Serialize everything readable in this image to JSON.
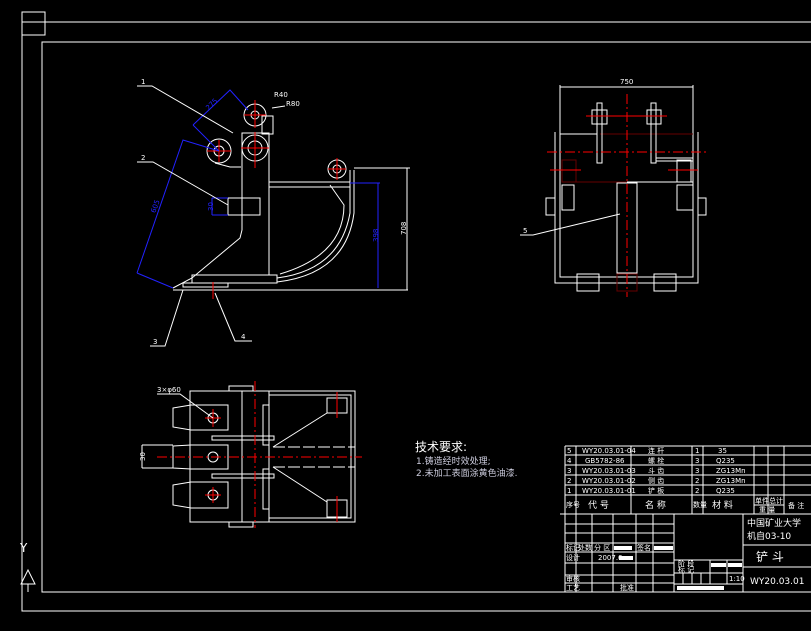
{
  "labels": {
    "p1": "1",
    "p2": "2",
    "p3": "3",
    "p4": "4",
    "p5": "5"
  },
  "dims": {
    "r40": "R40",
    "r80": "R80",
    "d275": "275",
    "d605": "605",
    "d30": "30",
    "d398": "398",
    "d708": "708",
    "d750": "750",
    "holes": "3×φ60",
    "d30b": "30"
  },
  "ucs": {
    "y_axis": "Y"
  },
  "tech": {
    "title": "技术要求:",
    "line1": "1.铸造经时效处理;",
    "line2": "2.未加工表面涂黄色油漆."
  },
  "parts": [
    {
      "no": "5",
      "code": "WY20.03.01-04",
      "name": "连 杆",
      "qty": "1",
      "material": "35"
    },
    {
      "no": "4",
      "code": "GB5782-86",
      "name": "螺 栓",
      "qty": "3",
      "material": "Q235"
    },
    {
      "no": "3",
      "code": "WY20.03.01-03",
      "name": "斗 齿",
      "qty": "3",
      "material": "ZG13Mn"
    },
    {
      "no": "2",
      "code": "WY20.03.01-02",
      "name": "侧 齿",
      "qty": "2",
      "material": "ZG13Mn"
    },
    {
      "no": "1",
      "code": "WY20.03.01-01",
      "name": "铲 板",
      "qty": "2",
      "material": "Q235"
    }
  ],
  "parts_header": {
    "no": "序号",
    "code": "代 号",
    "name": "名 称",
    "qty": "数量",
    "material": "材 料",
    "unit": "单件",
    "total": "总计",
    "weight": "重 量",
    "remark": "备 注"
  },
  "title_block": {
    "school": "中国矿业大学",
    "class": "机自03-10",
    "part_name": "铲 斗",
    "drawing_no": "WY20.03.01",
    "scale": "1:10",
    "mark": "标记",
    "count": "处数",
    "zone": "分 区",
    "sign": "签名",
    "design": "设计",
    "date": "2007.6",
    "review": "审核",
    "process": "工艺",
    "approve": "批准",
    "stage": "阶 段",
    "stage2": "标 记"
  }
}
